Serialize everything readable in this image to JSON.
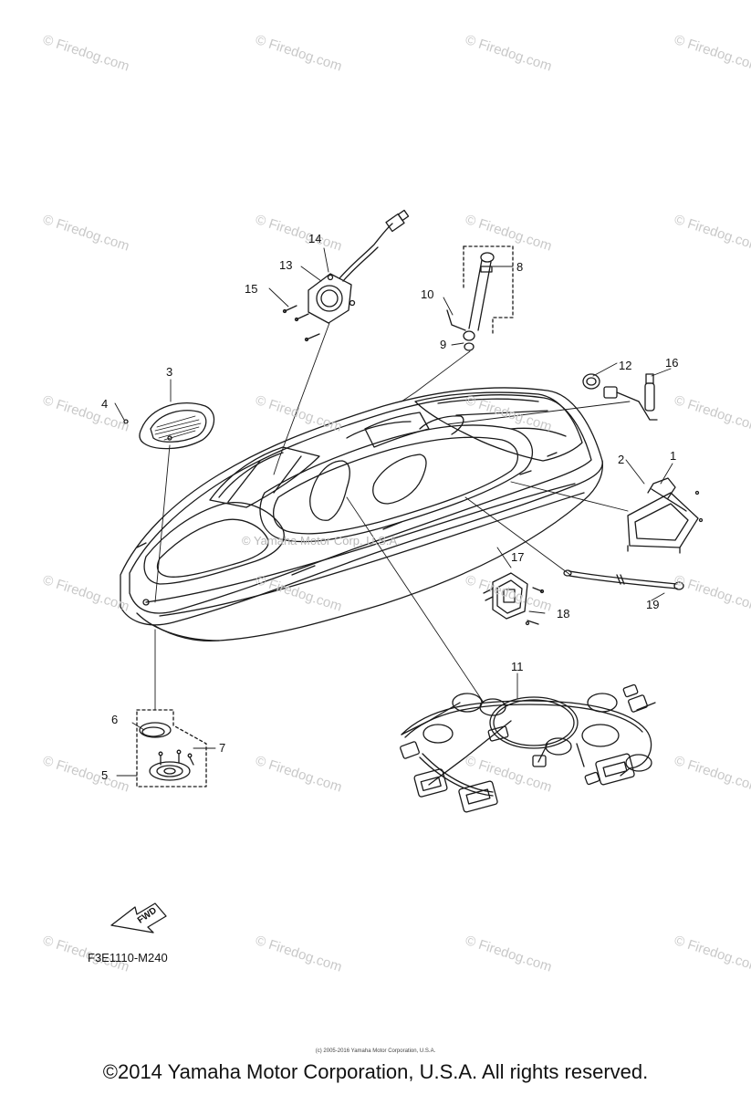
{
  "watermark": {
    "text": "© Firedog.com",
    "center_text": "© Yamaha Motor Corp. U.S.A."
  },
  "callouts": [
    {
      "id": "1",
      "label": "1"
    },
    {
      "id": "2",
      "label": "2"
    },
    {
      "id": "3",
      "label": "3"
    },
    {
      "id": "4",
      "label": "4"
    },
    {
      "id": "5",
      "label": "5"
    },
    {
      "id": "6",
      "label": "6"
    },
    {
      "id": "7",
      "label": "7"
    },
    {
      "id": "8",
      "label": "8"
    },
    {
      "id": "9",
      "label": "9"
    },
    {
      "id": "10",
      "label": "10"
    },
    {
      "id": "11",
      "label": "11"
    },
    {
      "id": "12",
      "label": "12"
    },
    {
      "id": "13",
      "label": "13"
    },
    {
      "id": "14",
      "label": "14"
    },
    {
      "id": "15",
      "label": "15"
    },
    {
      "id": "16",
      "label": "16"
    },
    {
      "id": "17",
      "label": "17"
    },
    {
      "id": "18",
      "label": "18"
    },
    {
      "id": "19",
      "label": "19"
    }
  ],
  "fwd_label": "FWD",
  "diagram_code": "F3E1110-M240",
  "tiny_copyright": "(c) 2005-2016 Yamaha Motor Corporation, U.S.A.",
  "footer": "©2014 Yamaha Motor Corporation, U.S.A. All rights reserved."
}
